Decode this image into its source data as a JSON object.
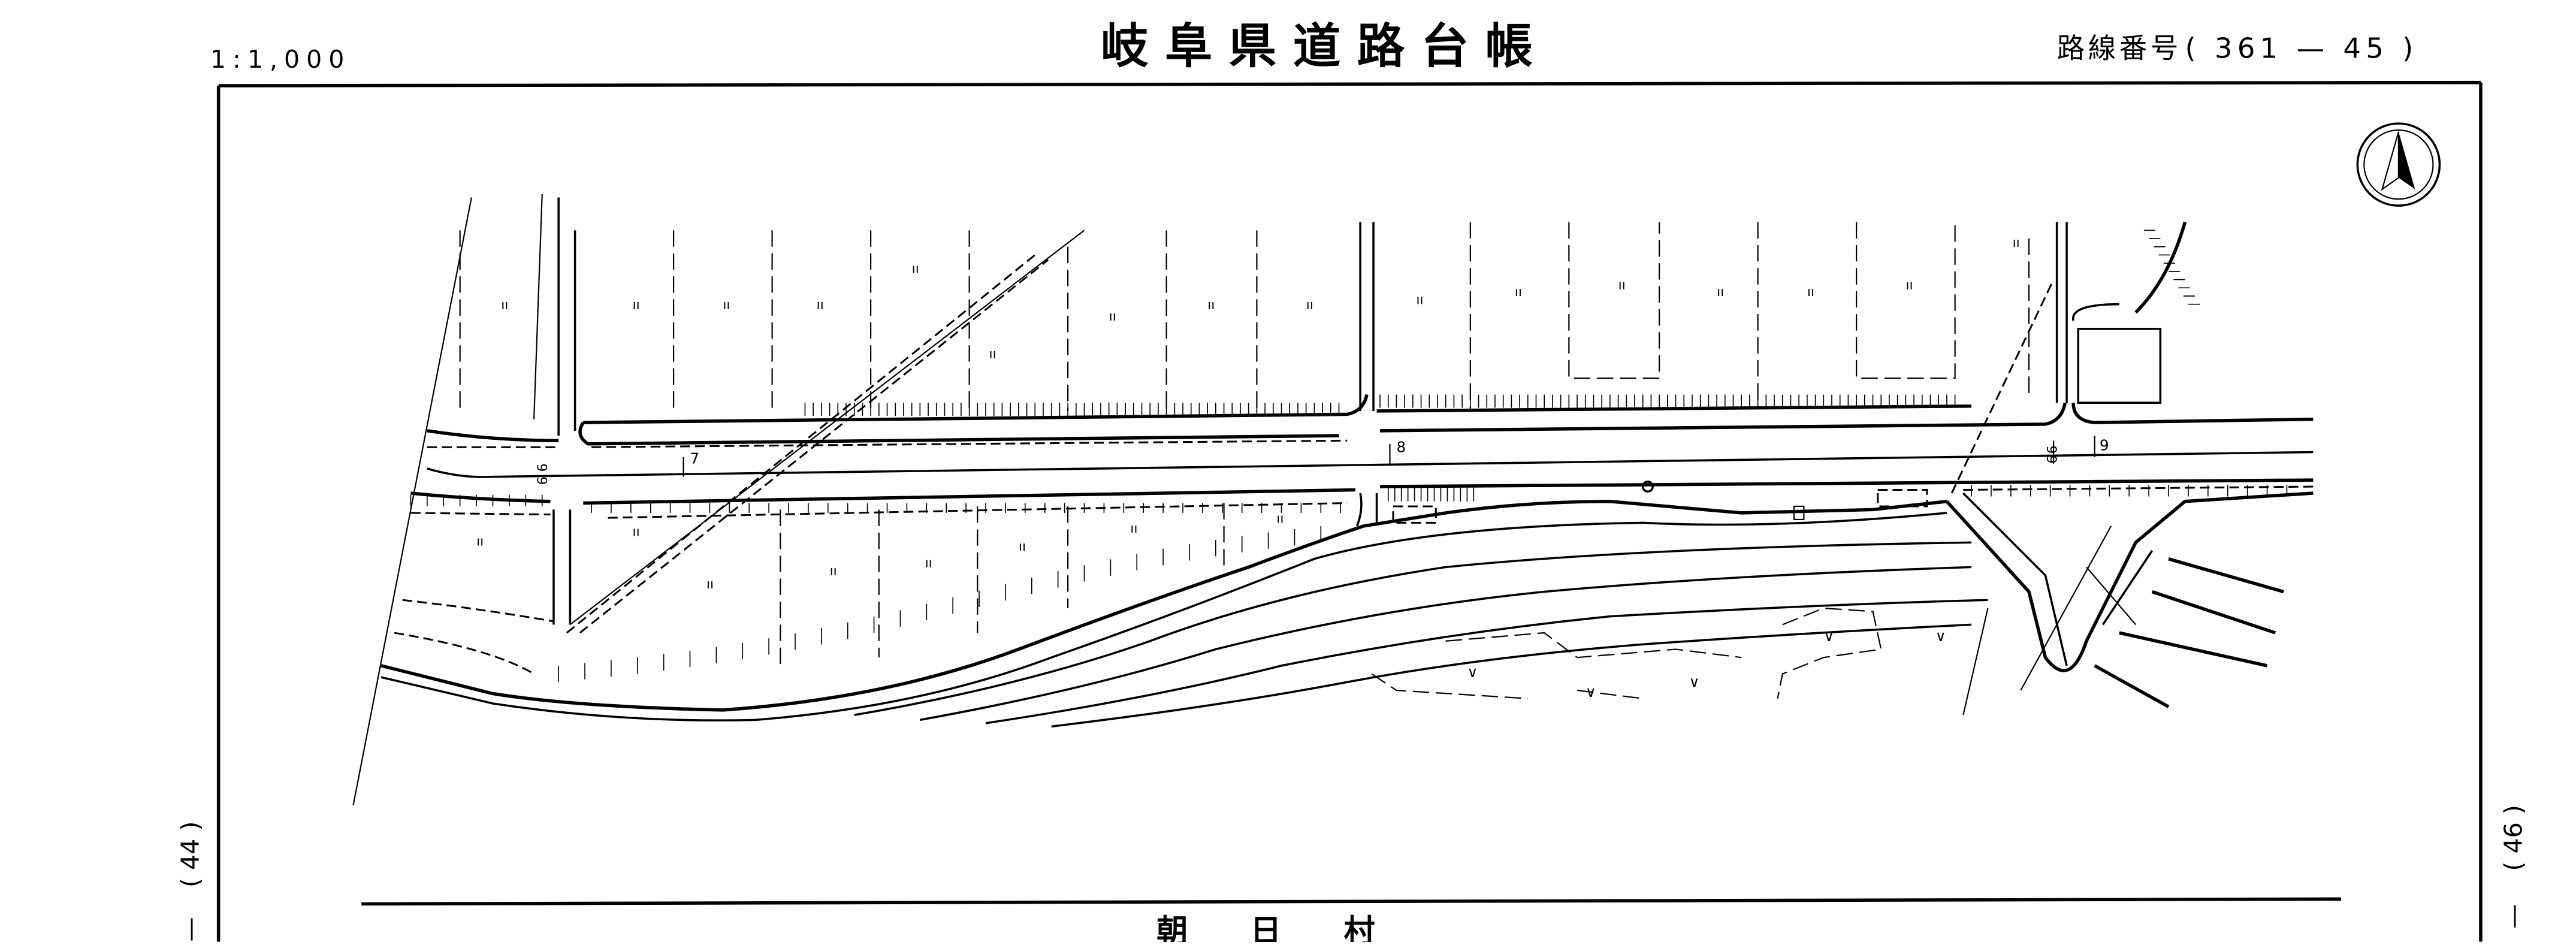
{
  "header": {
    "scale": "1:1,000",
    "title": "岐阜県道路台帳",
    "route_label": "路線番号",
    "route_number": "( 361 — 45 )"
  },
  "adjacent_sheets": {
    "left": "( 44 )",
    "left_bar": "—",
    "right": "( 46 )",
    "right_bar": "—"
  },
  "footer": {
    "municipality": "朝　　日　　村"
  },
  "map": {
    "stations": [
      "6",
      "7",
      "8",
      "6",
      "9"
    ],
    "station_prefix_left": "6",
    "station_prefix_right": "6",
    "paddy_symbol": "ıı",
    "forest_symbol": "∨",
    "north_arrow": "north-arrow"
  }
}
